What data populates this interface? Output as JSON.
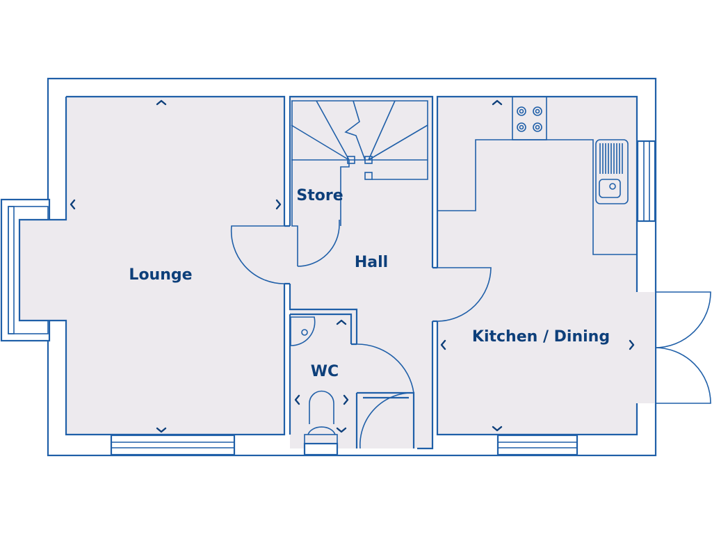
{
  "colors": {
    "line": "#1f5fa8",
    "text": "#0d3f7a",
    "floor": "#edeaee"
  },
  "rooms": [
    {
      "id": "lounge",
      "label": "Lounge"
    },
    {
      "id": "store",
      "label": "Store"
    },
    {
      "id": "hall",
      "label": "Hall"
    },
    {
      "id": "wc",
      "label": "WC"
    },
    {
      "id": "kitchen",
      "label": "Kitchen / Dining"
    }
  ]
}
